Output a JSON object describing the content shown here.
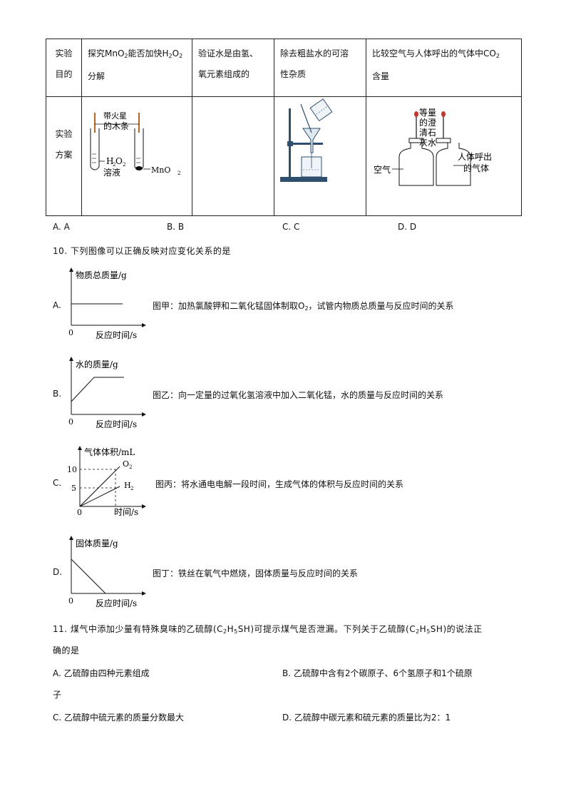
{
  "table": {
    "row1_header": "实验目的",
    "row1_h1": "实验",
    "row1_h2": "目的",
    "cell_a_purpose": "探究MnO2能否加快H2O2分解",
    "cell_a_p1": "探究MnO",
    "cell_a_p2": "能否加快H",
    "cell_a_p3": "O",
    "cell_a_p4": "分解",
    "cell_b_purpose": "验证水是由氢、氧元素组成的",
    "cell_b_p1": "验证水是由氢、",
    "cell_b_p2": "氧元素组成的",
    "cell_c_purpose": "除去粗盐水的可溶性杂质",
    "cell_c_p1": "除去粗盐水的可溶",
    "cell_c_p2": "性杂质",
    "cell_d_purpose": "比较空气与人体呼出的气体中CO2含量",
    "cell_d_p1": "比较空气与人体呼出的气体中CO",
    "cell_d_p2": "含量",
    "row2_h1": "实验",
    "row2_h2": "方案",
    "fig_a": {
      "t1": "带火星",
      "t2": "的木条",
      "t3": "H",
      "t4": "O",
      "t5": "溶液",
      "t6": "MnO"
    },
    "fig_d": {
      "t1": "等量",
      "t2": "的澄",
      "t3": "清石",
      "t4": "灰水",
      "t5": "空气",
      "t6": "人体呼出",
      "t7": "的气体"
    }
  },
  "q9_options": [
    "A. A",
    "B. B",
    "C. C",
    "D. D"
  ],
  "q10": {
    "stem": "10. 下列图像可以正确反映对应变化关系的是",
    "A": {
      "letter": "A.",
      "ylabel": "物质总质量/g",
      "xlabel": "反应时间/s",
      "origin": "0",
      "caption_pre": "图甲：加热氯酸钾和二氧化锰固体制取O",
      "caption_post": "，试管内物质总质量与反应时间的关系"
    },
    "B": {
      "letter": "B.",
      "ylabel": "水的质量/g",
      "xlabel": "反应时间/s",
      "origin": "0",
      "caption": "图乙：向一定量的过氧化氢溶液中加入二氧化锰，水的质量与反应时间的关系"
    },
    "C": {
      "letter": "C.",
      "ylabel": "气体体积/mL",
      "xlabel": "时间/s",
      "origin": "0",
      "tick10": "10",
      "tick5": "5",
      "o2": "O",
      "h2": "H",
      "caption": "图丙：将水通电电解一段时间，生成气体的体积与反应时间的关系"
    },
    "D": {
      "letter": "D.",
      "ylabel": "固体质量/g",
      "xlabel": "反应时间/s",
      "origin": "0",
      "caption": "图丁：铁丝在氧气中燃烧，固体质量与反应时间的关系"
    }
  },
  "q11": {
    "stem1_pre": "11. 煤气中添加少量有特殊臭味的乙硫醇(C",
    "stem1_mid": "H",
    "stem1_mid2": "SH)可提示煤气是否泄漏。下列关于乙硫醇(C",
    "stem1_mid3": "H",
    "stem1_post": "SH)的说法正",
    "stem2": "确的是",
    "A": "A. 乙硫醇由四种元素组成",
    "B1": "B. 乙硫醇中含有2个碳原子、6个氢原子和1个硫原",
    "B2": "子",
    "C": "C. 乙硫醇中硫元素的质量分数最大",
    "D": "D. 乙硫醇中碳元素和硫元素的质量比为2：1"
  },
  "subs": {
    "two": "2",
    "five": "5"
  }
}
